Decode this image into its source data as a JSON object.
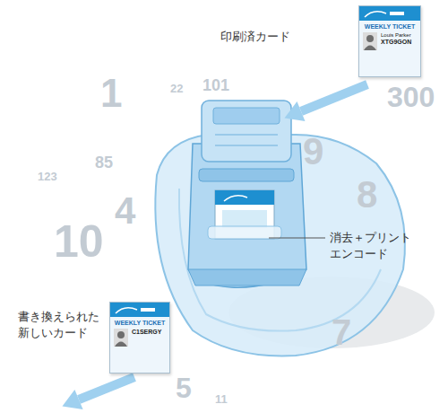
{
  "diagram": {
    "nodes": [
      {
        "text": [
          "WEEKLY TICKET",
          "Louis Parker",
          "XTG9GON"
        ]
      },
      {
        "text": [
          "WEEKLY TICKET",
          "C1SERGY"
        ]
      }
    ],
    "labels": [
      "印刷済カード",
      "消去＋プリント エンコード",
      "書き換えられた 新しいカード",
      "1",
      "22",
      "101",
      "300",
      "9",
      "8",
      "123",
      "85",
      "10",
      "4",
      "7",
      "5",
      "11"
    ]
  }
}
